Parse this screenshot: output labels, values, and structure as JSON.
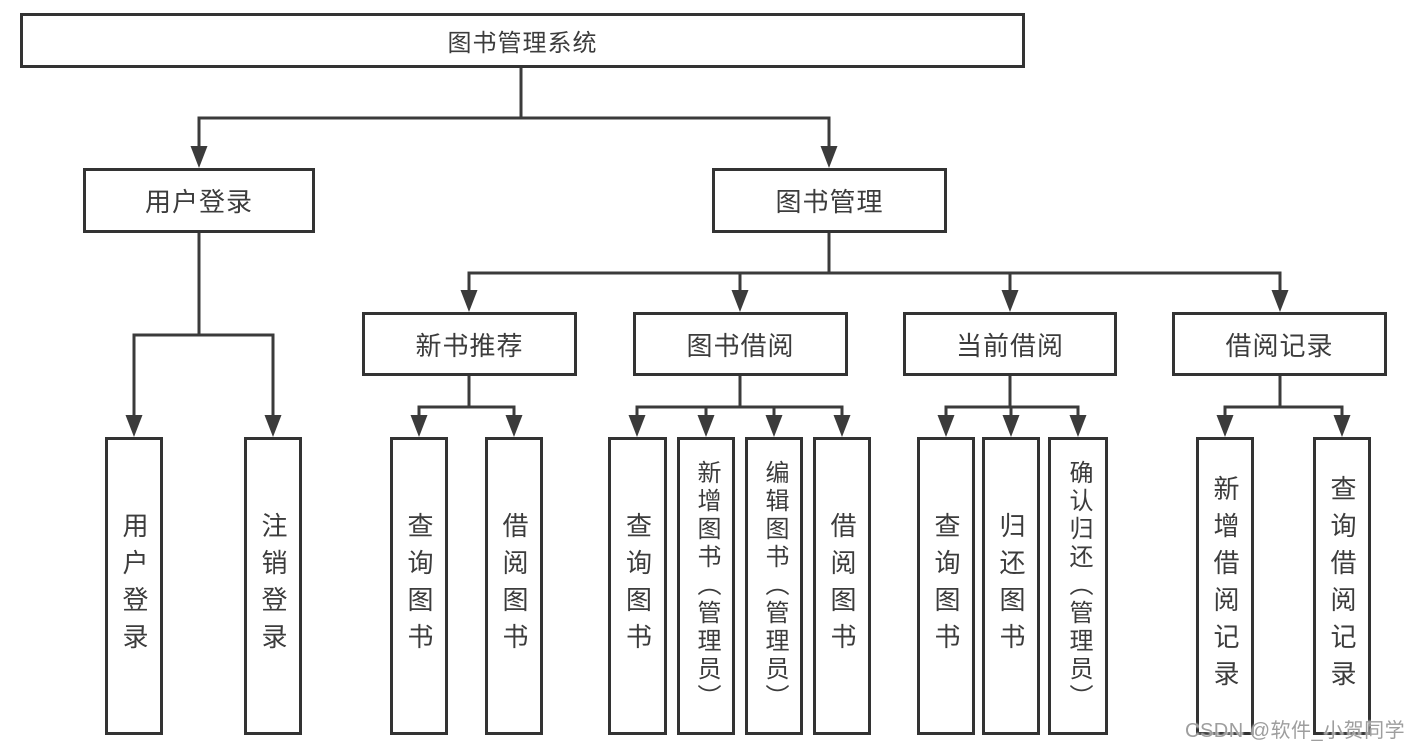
{
  "tree": {
    "label": "图书管理系统",
    "children": [
      {
        "label": "用户登录",
        "children": [
          {
            "label": "用户登录"
          },
          {
            "label": "注销登录"
          }
        ]
      },
      {
        "label": "图书管理",
        "children": [
          {
            "label": "新书推荐",
            "children": [
              {
                "label": "查询图书"
              },
              {
                "label": "借阅图书"
              }
            ]
          },
          {
            "label": "图书借阅",
            "children": [
              {
                "label": "查询图书"
              },
              {
                "label": "新增图书（管理员）"
              },
              {
                "label": "编辑图书（管理员）"
              },
              {
                "label": "借阅图书"
              }
            ]
          },
          {
            "label": "当前借阅",
            "children": [
              {
                "label": "查询图书"
              },
              {
                "label": "归还图书"
              },
              {
                "label": "确认归还（管理员）"
              }
            ]
          },
          {
            "label": "借阅记录",
            "children": [
              {
                "label": "新增借阅记录"
              },
              {
                "label": "查询借阅记录"
              }
            ]
          }
        ]
      }
    ]
  },
  "watermark": {
    "text": "CSDN @软件_小贺同学"
  },
  "colors": {
    "background": "#ffffff",
    "box_border": "#333333",
    "line": "#3b3b3b",
    "text": "#3c3c3c",
    "watermark": "#9e9e9e"
  }
}
